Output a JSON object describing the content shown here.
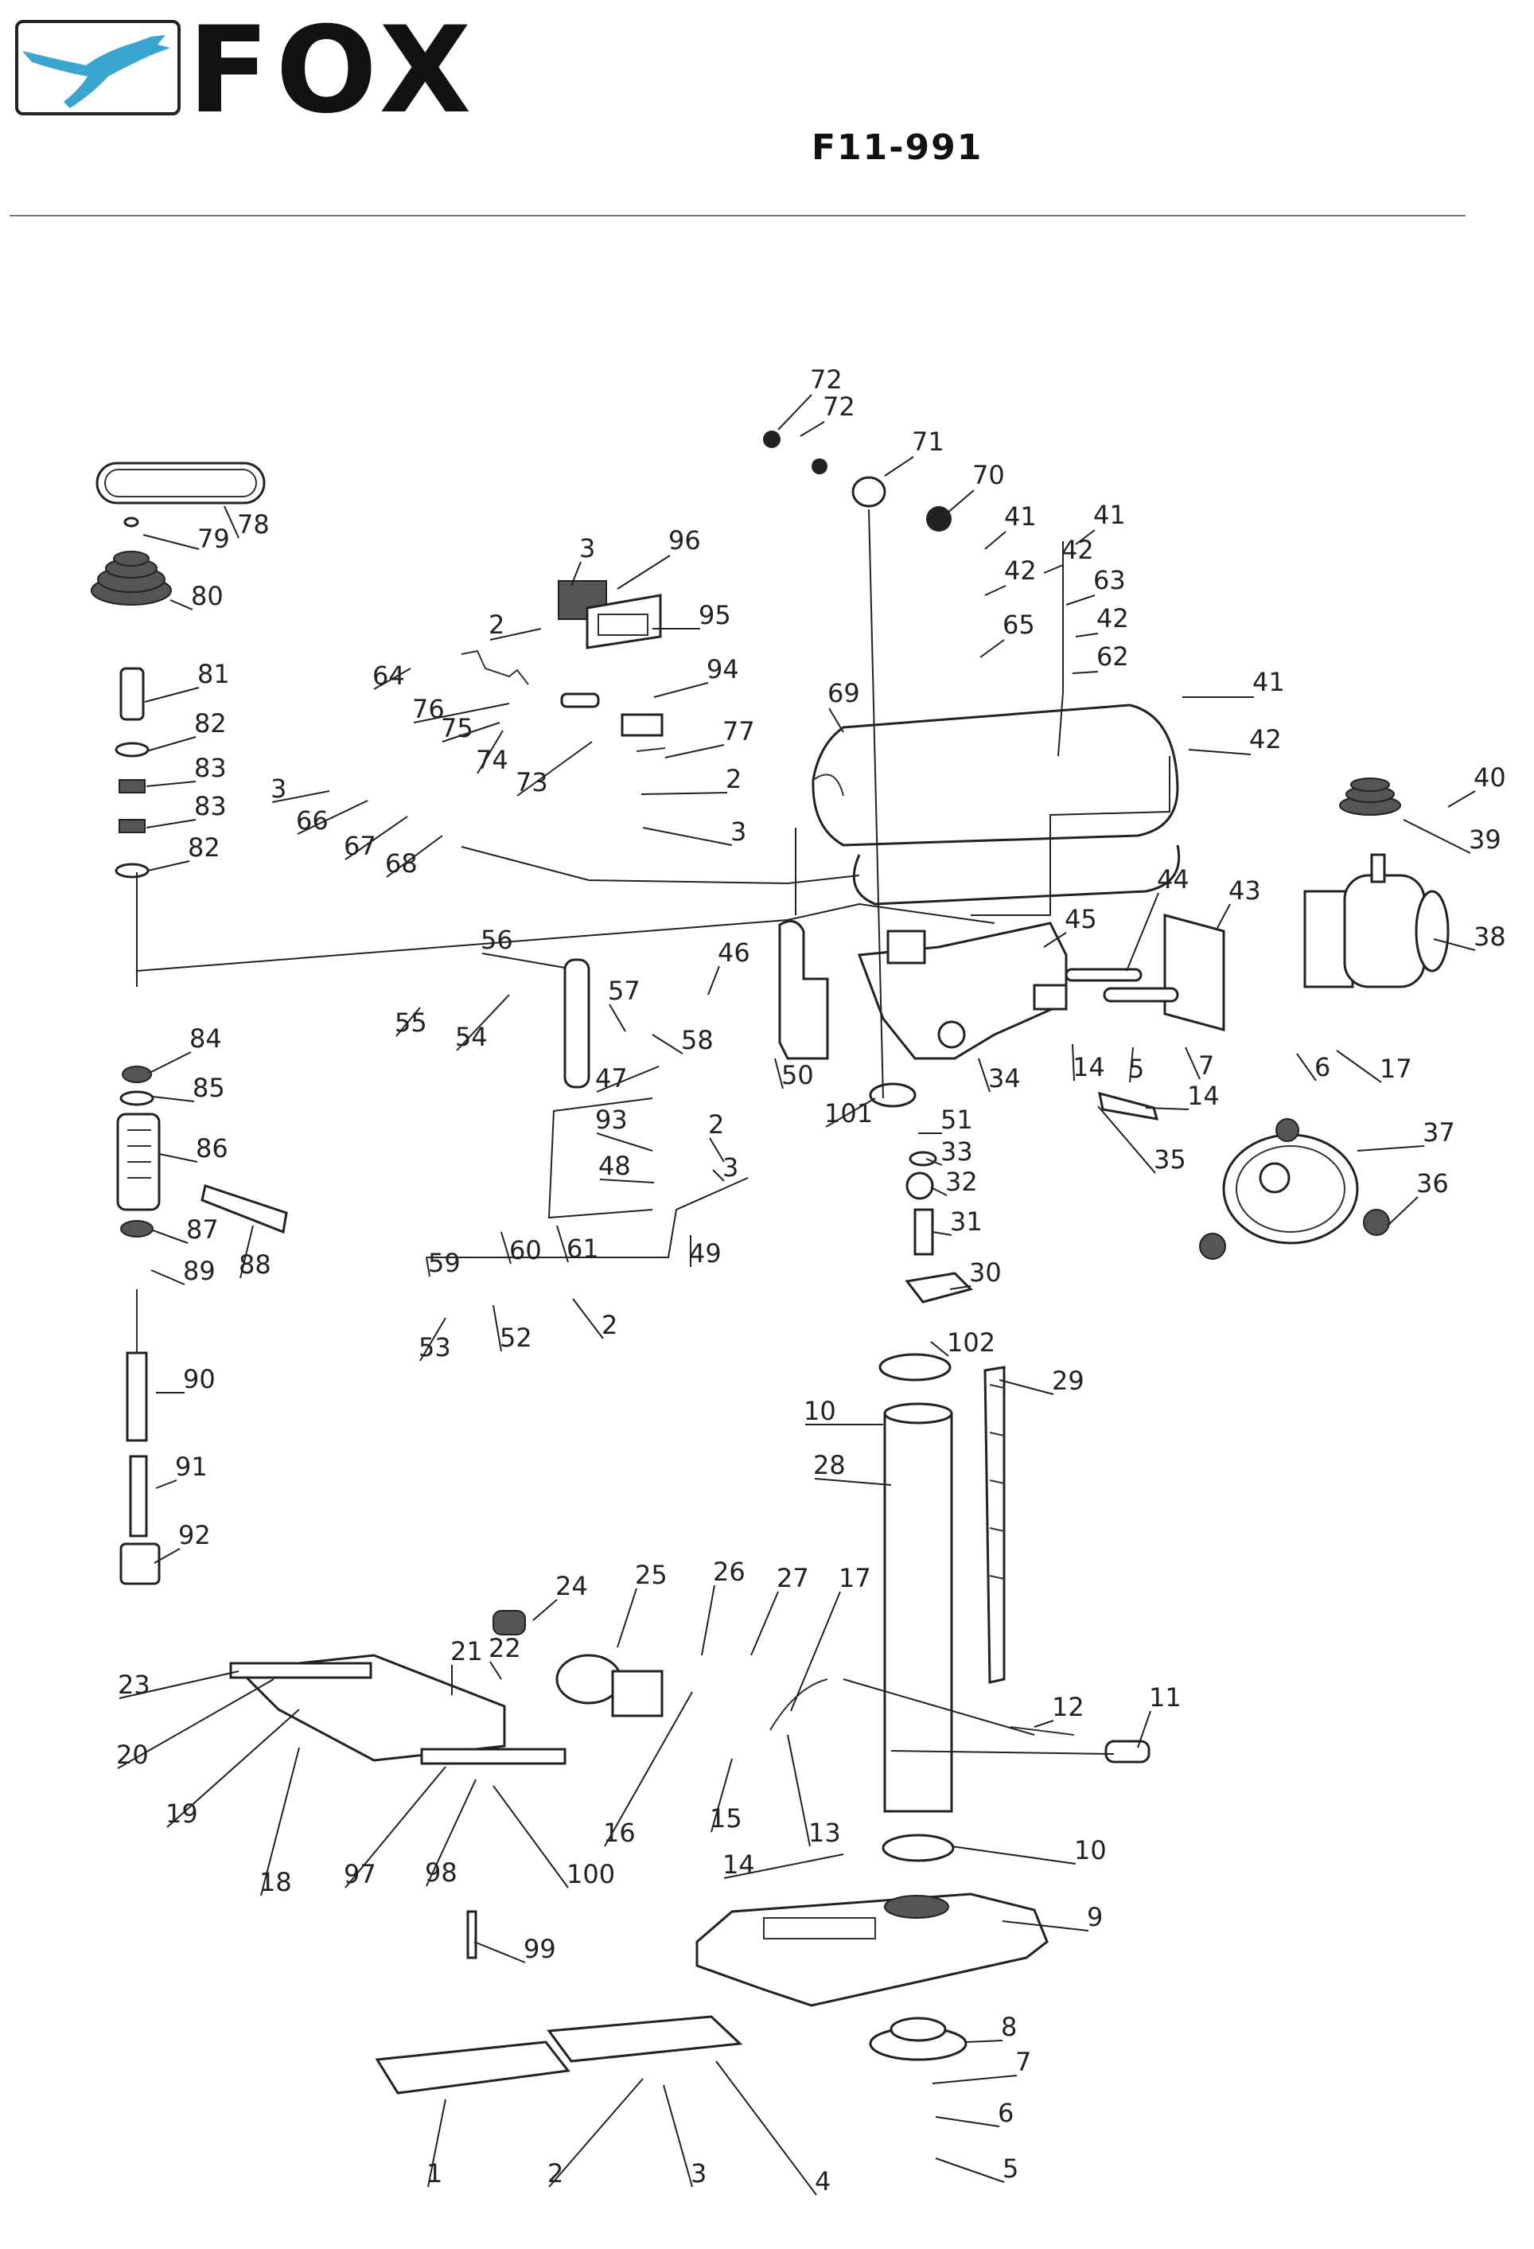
{
  "header": {
    "brand": "FOX",
    "model": "F11-991",
    "logo_icon": "leaping-fox-icon",
    "logo_color": "#3aa6cf"
  },
  "part_labels": [
    "72",
    "72",
    "71",
    "70",
    "41",
    "41",
    "42",
    "42",
    "63",
    "42",
    "62",
    "65",
    "41",
    "42",
    "69",
    "96",
    "3",
    "2",
    "95",
    "64",
    "76",
    "94",
    "75",
    "74",
    "77",
    "73",
    "2",
    "3",
    "3",
    "66",
    "67",
    "68",
    "79",
    "78",
    "80",
    "81",
    "82",
    "83",
    "83",
    "82",
    "40",
    "39",
    "38",
    "43",
    "44",
    "45",
    "56",
    "46",
    "55",
    "54",
    "57",
    "58",
    "47",
    "93",
    "48",
    "49",
    "2",
    "3",
    "50",
    "101",
    "51",
    "33",
    "32",
    "31",
    "30",
    "102",
    "34",
    "14",
    "5",
    "7",
    "6",
    "17",
    "14",
    "35",
    "37",
    "36",
    "84",
    "85",
    "86",
    "87",
    "89",
    "88",
    "59",
    "60",
    "61",
    "53",
    "52",
    "2",
    "29",
    "10",
    "28",
    "90",
    "91",
    "92",
    "24",
    "25",
    "26",
    "27",
    "17",
    "21",
    "22",
    "23",
    "20",
    "19",
    "16",
    "15",
    "13",
    "12",
    "11",
    "18",
    "97",
    "98",
    "100",
    "14",
    "10",
    "9",
    "99",
    "8",
    "7",
    "6",
    "5",
    "1",
    "2",
    "3",
    "4"
  ]
}
